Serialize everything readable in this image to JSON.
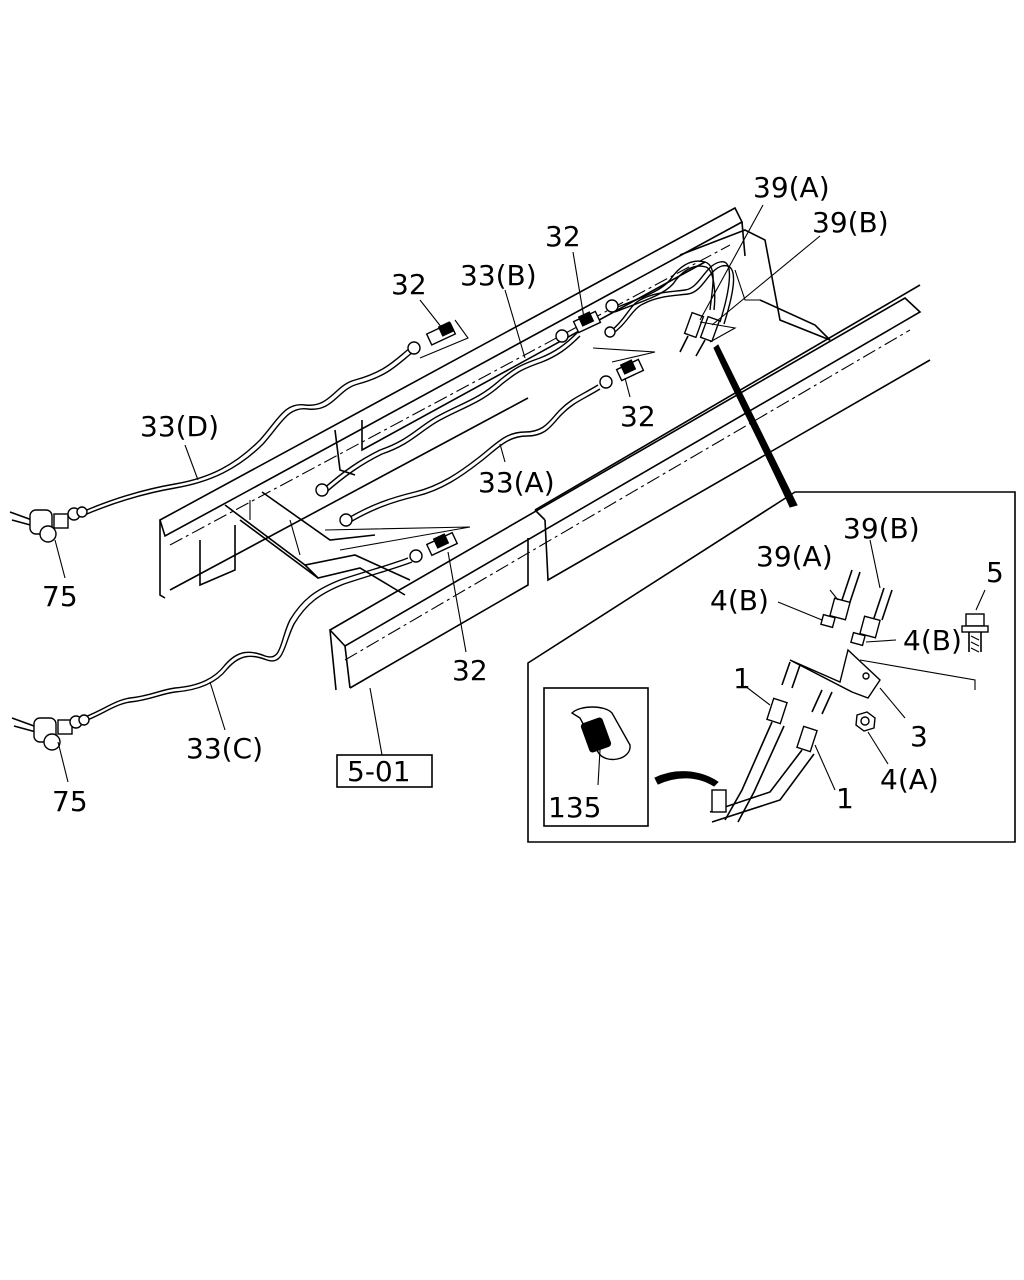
{
  "labels": {
    "l_39a_top": "39(A)",
    "l_39b_top": "39(B)",
    "l_32_a": "32",
    "l_32_b": "32",
    "l_33b": "33(B)",
    "l_32_c": "32",
    "l_33d": "33(D)",
    "l_33a": "33(A)",
    "l_75_a": "75",
    "l_32_d": "32",
    "l_75_b": "75",
    "l_33c": "33(C)",
    "ref_box": "5-01",
    "l_39b_det": "39(B)",
    "l_39a_det": "39(A)",
    "l_5": "5",
    "l_4b_left": "4(B)",
    "l_4b_right": "4(B)",
    "l_1_left": "1",
    "l_3": "3",
    "l_1_right": "1",
    "l_4a": "4(A)",
    "l_135": "135"
  }
}
